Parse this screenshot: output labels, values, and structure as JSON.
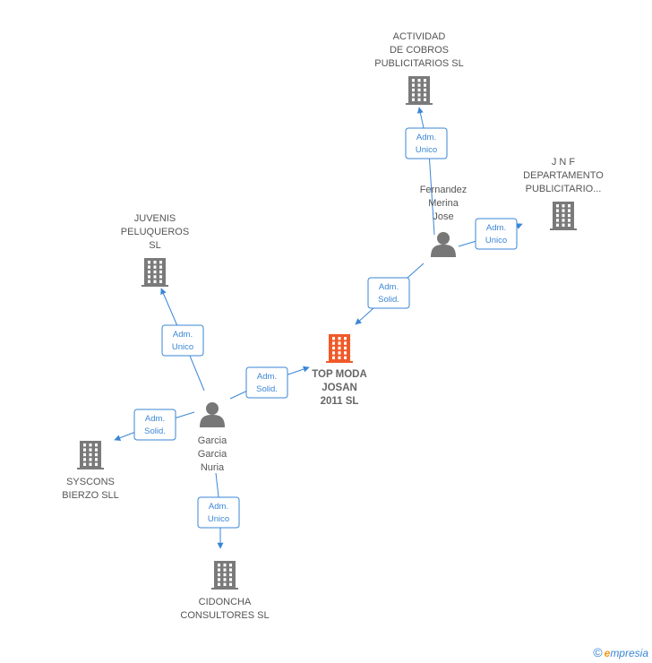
{
  "colors": {
    "accent": "#3a86d6",
    "building": "#7a7a7a",
    "building_main": "#f05a28",
    "person": "#777777"
  },
  "nodes": [
    {
      "id": "top-moda",
      "type": "company",
      "main": true,
      "label": [
        "TOP MODA",
        "JOSAN",
        "2011 SL"
      ]
    },
    {
      "id": "actividad",
      "type": "company",
      "label": [
        "ACTIVIDAD",
        "DE COBROS",
        "PUBLICITARIOS SL"
      ]
    },
    {
      "id": "jnf",
      "type": "company",
      "label": [
        "J N F",
        "DEPARTAMENTO",
        "PUBLICITARIO..."
      ]
    },
    {
      "id": "juvenis",
      "type": "company",
      "label": [
        "JUVENIS",
        "PELUQUEROS",
        "SL"
      ]
    },
    {
      "id": "syscons",
      "type": "company",
      "label": [
        "SYSCONS",
        "BIERZO SLL"
      ]
    },
    {
      "id": "cidoncha",
      "type": "company",
      "label": [
        "CIDONCHA",
        "CONSULTORES SL"
      ]
    },
    {
      "id": "fernandez",
      "type": "person",
      "label": [
        "Fernandez",
        "Merina",
        "Jose"
      ]
    },
    {
      "id": "garcia",
      "type": "person",
      "label": [
        "Garcia",
        "Garcia",
        "Nuria"
      ]
    }
  ],
  "edges": [
    {
      "from": "fernandez",
      "to": "actividad",
      "label": [
        "Adm.",
        "Unico"
      ]
    },
    {
      "from": "fernandez",
      "to": "jnf",
      "label": [
        "Adm.",
        "Unico"
      ]
    },
    {
      "from": "fernandez",
      "to": "top-moda",
      "label": [
        "Adm.",
        "Solid."
      ]
    },
    {
      "from": "garcia",
      "to": "top-moda",
      "label": [
        "Adm.",
        "Solid."
      ]
    },
    {
      "from": "garcia",
      "to": "juvenis",
      "label": [
        "Adm.",
        "Unico"
      ]
    },
    {
      "from": "garcia",
      "to": "syscons",
      "label": [
        "Adm.",
        "Solid."
      ]
    },
    {
      "from": "garcia",
      "to": "cidoncha",
      "label": [
        "Adm.",
        "Unico"
      ]
    }
  ],
  "footer": {
    "copyright": "©",
    "brand_e": "e",
    "brand_rest": "mpresia"
  }
}
